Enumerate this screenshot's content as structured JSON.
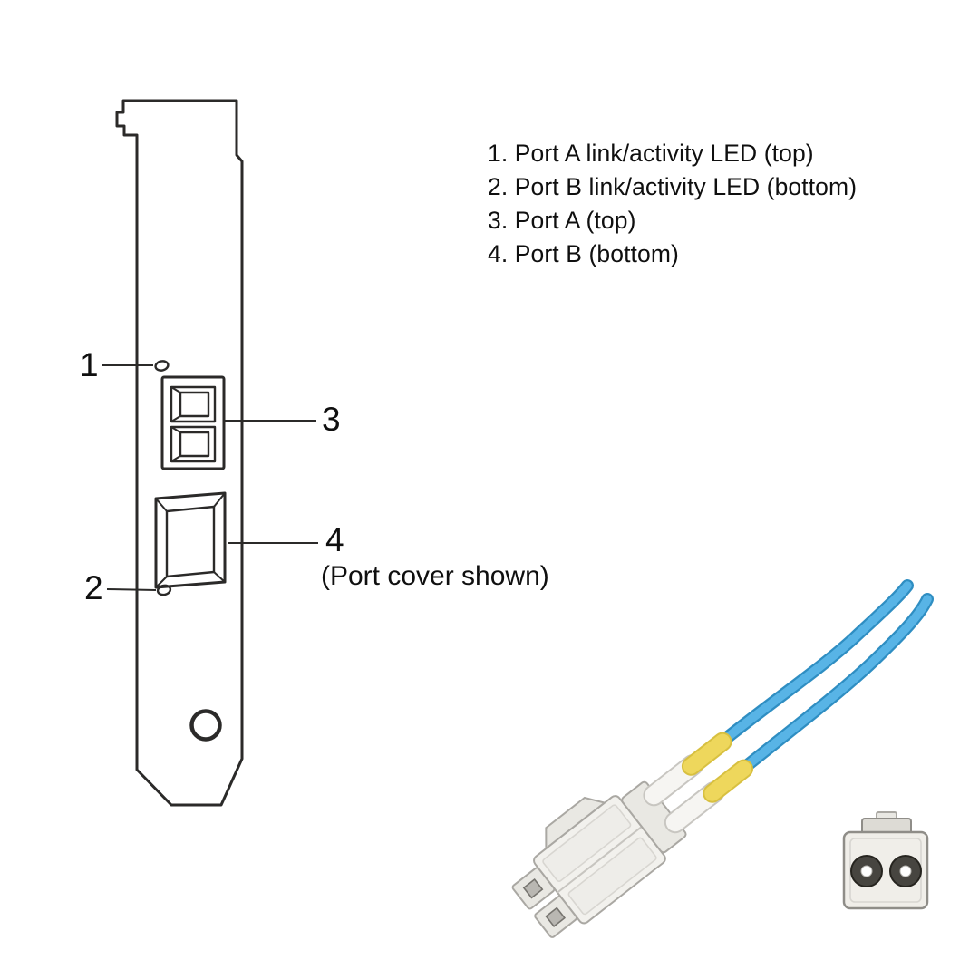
{
  "legend": {
    "items": [
      "1. Port A link/activity LED (top)",
      "2. Port B link/activity LED (bottom)",
      "3. Port A (top)",
      "4. Port B (bottom)"
    ]
  },
  "callouts": {
    "n1": "1",
    "n2": "2",
    "n3": "3",
    "n4": "4",
    "port_cover_note": "(Port cover shown)"
  },
  "colors": {
    "line": "#2b2a29",
    "text": "#0f0f0f",
    "cable_blue": "#58b4e6",
    "cable_blue_dark": "#2f8ec2",
    "boot_yellow": "#eed75c",
    "boot_yellow_dark": "#d8c040",
    "connector_body": "#f2f1ed",
    "connector_edge": "#aaa8a3"
  }
}
